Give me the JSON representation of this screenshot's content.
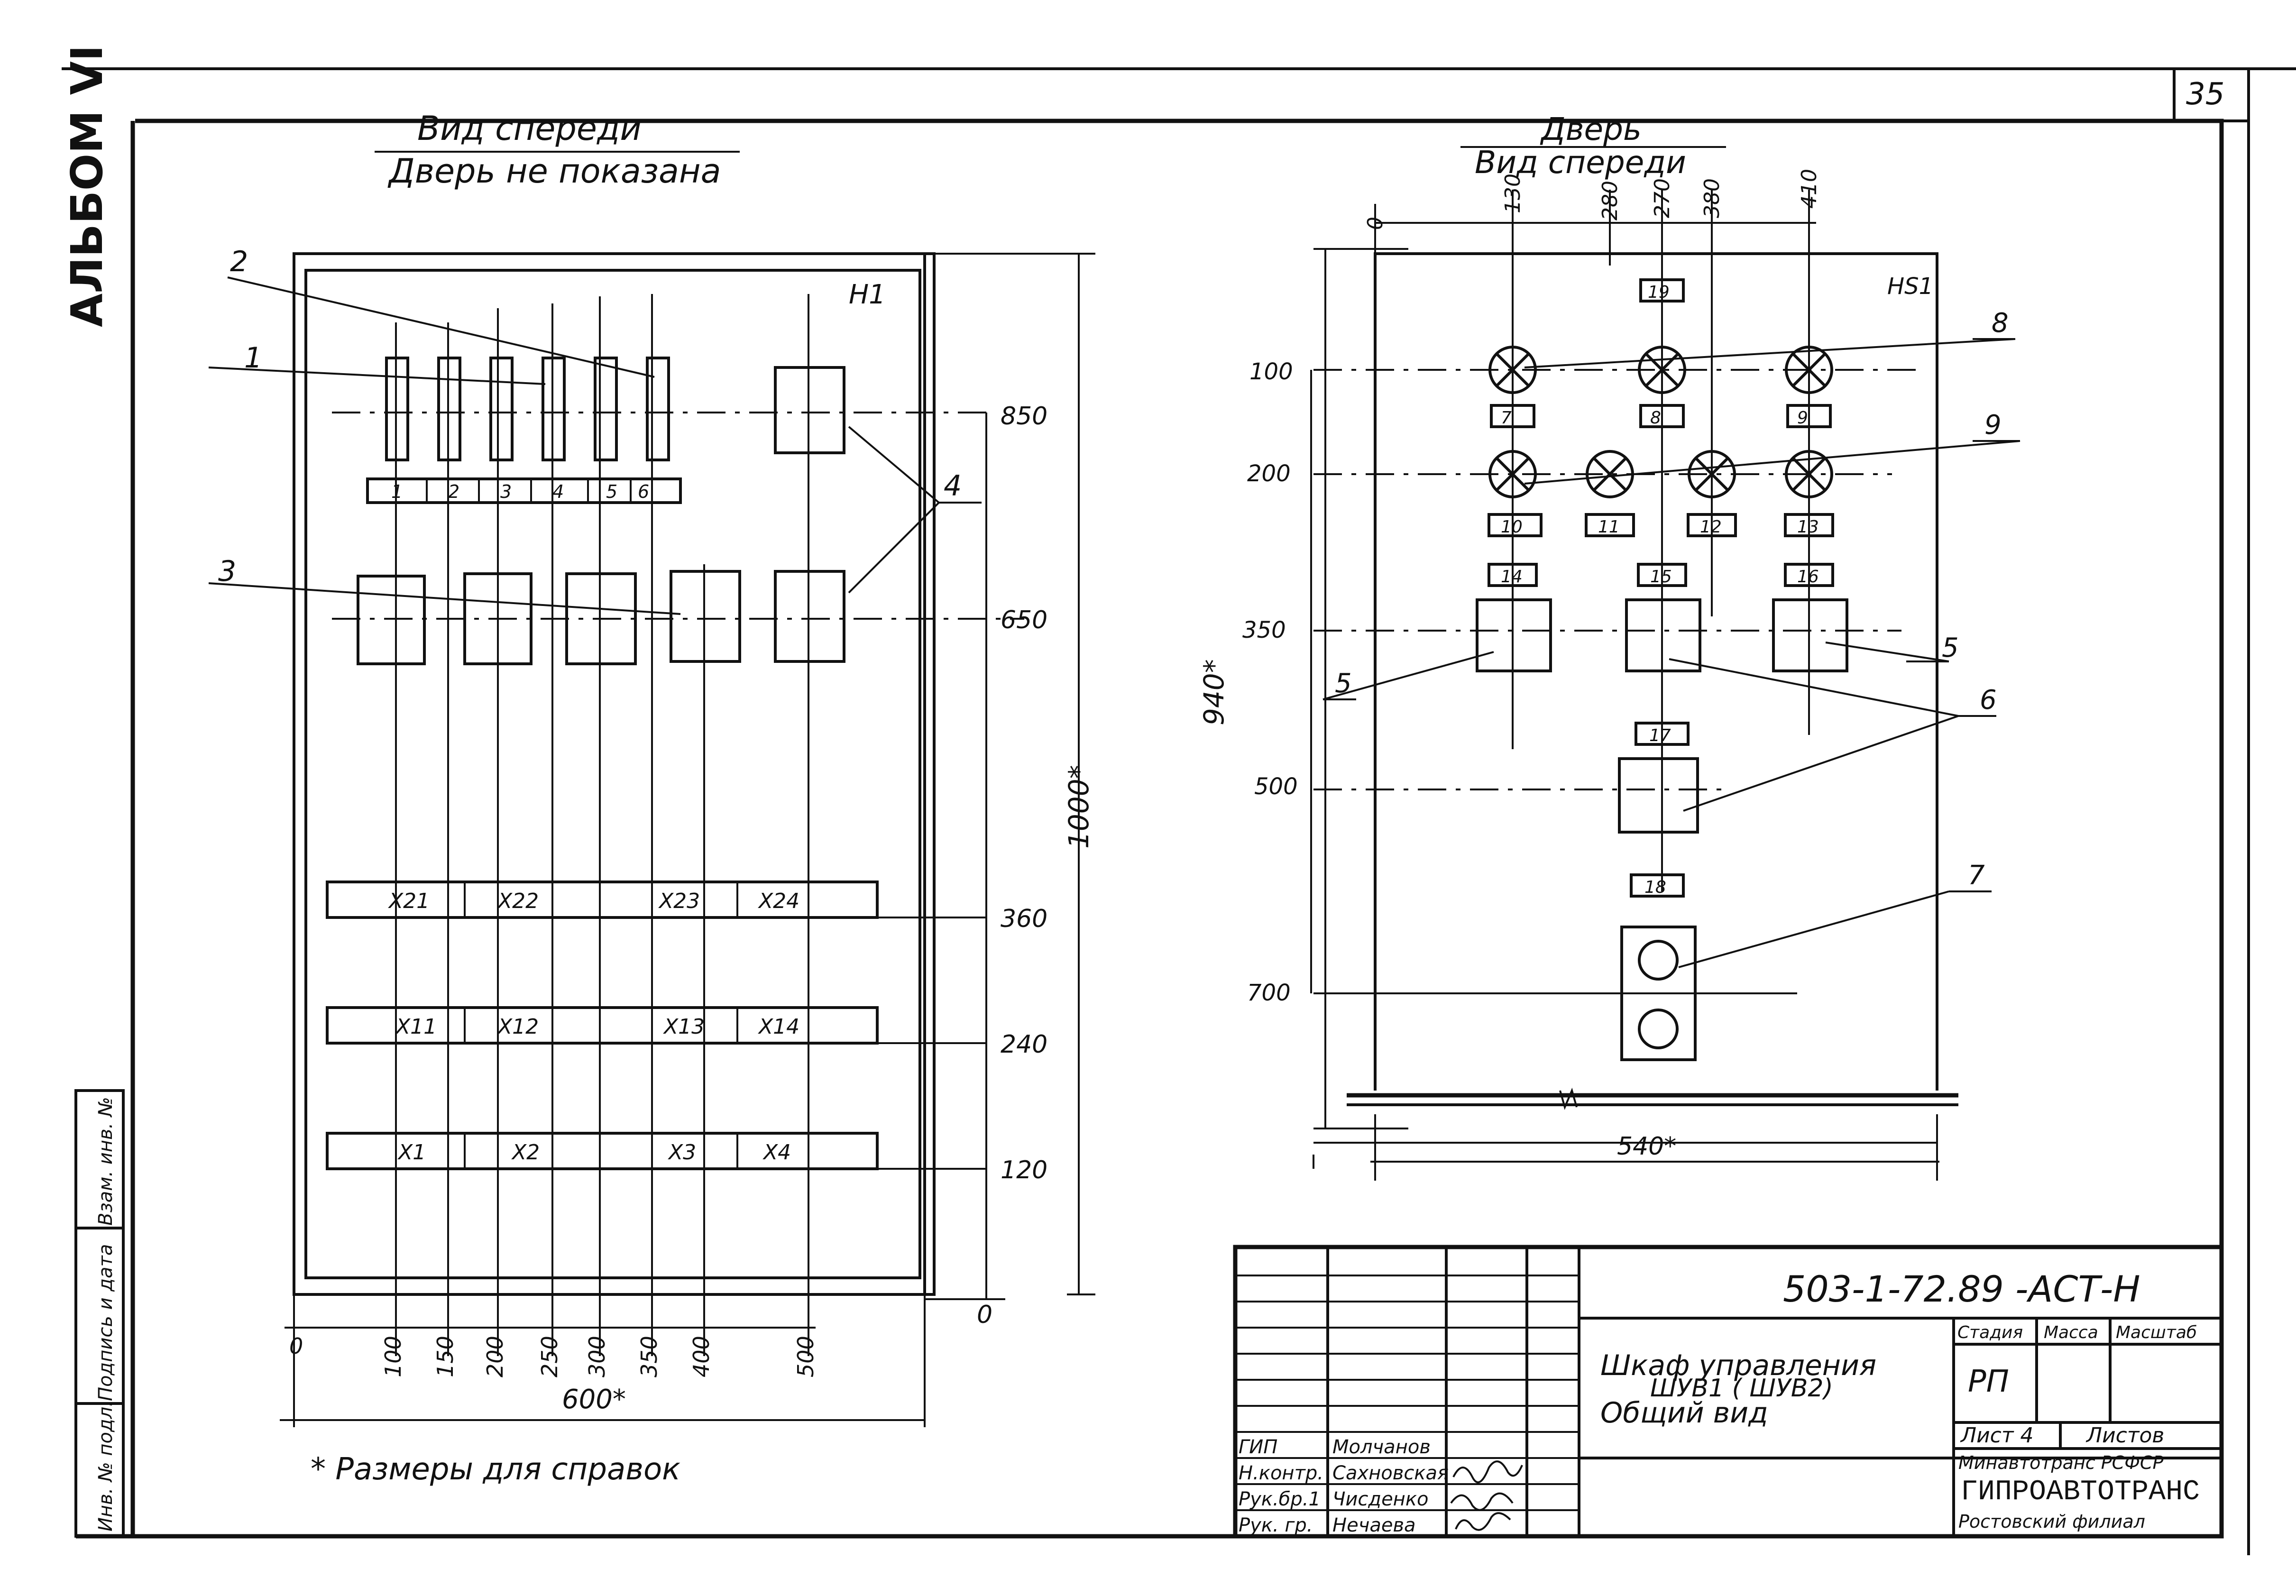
{
  "page_number": "35",
  "album_label": "АЛЬБОМ VI",
  "side_stamp": [
    "Инв. № подл.",
    "Подпись и дата",
    "Взам. инв. №"
  ],
  "left_view": {
    "title": "Вид спереди",
    "subtitle": "Дверь не показана",
    "panel_code": "H1",
    "callouts": [
      "1",
      "2",
      "3",
      "4"
    ],
    "small_labels": [
      "1",
      "2",
      "3",
      "4",
      "5",
      "6"
    ],
    "terminals_row1": [
      "X21",
      "X22",
      "X23",
      "X24"
    ],
    "terminals_row2": [
      "X11",
      "X12",
      "X13",
      "X14"
    ],
    "terminals_row3": [
      "X1",
      "X2",
      "X3",
      "X4"
    ],
    "vert_dims": [
      "850",
      "650",
      "360",
      "240",
      "120",
      "1000*"
    ],
    "horiz_dims": [
      "0",
      "100",
      "150",
      "200",
      "250",
      "300",
      "350",
      "400",
      "500"
    ],
    "width_dim": "600*",
    "base_mark": "0"
  },
  "right_view": {
    "title": "Дверь",
    "subtitle": "Вид спереди",
    "panel_code": "HS1",
    "top_dims": [
      "0",
      "130",
      "280",
      "270",
      "380",
      "410"
    ],
    "left_dims": [
      "100",
      "200",
      "350",
      "500",
      "700"
    ],
    "height_dim": "940*",
    "width_dim": "540*",
    "boxes": [
      "19",
      "7",
      "8",
      "9",
      "10",
      "11",
      "12",
      "13",
      "14",
      "15",
      "16",
      "17",
      "18"
    ],
    "callouts": [
      "8",
      "9",
      "5",
      "5",
      "6",
      "7"
    ]
  },
  "footnote": "* Размеры для справок",
  "title_block": {
    "doc_code": "503-1-72.89 -АСТ-Н",
    "name_line1": "Шкаф управления",
    "name_line2": "ШУВ1 ( ШУВ2)",
    "name_line3": "Общий вид",
    "stage_header": "Стадия",
    "mass_header": "Масса",
    "scale_header": "Масштаб",
    "stage_value": "РП",
    "sheet": "Лист 4",
    "sheets": "Листов",
    "org_line1": "Минавтотранс РСФСР",
    "org_line2": "ГИПРОАВТОТРАНС",
    "org_line3": "Ростовский филиал",
    "roles": [
      {
        "role": "ГИП",
        "name": "Молчанов"
      },
      {
        "role": "Н.контр.",
        "name": "Сахновская"
      },
      {
        "role": "Рук.бр.1",
        "name": "Чисденко"
      },
      {
        "role": "Рук. гр.",
        "name": "Нечаева"
      }
    ]
  }
}
